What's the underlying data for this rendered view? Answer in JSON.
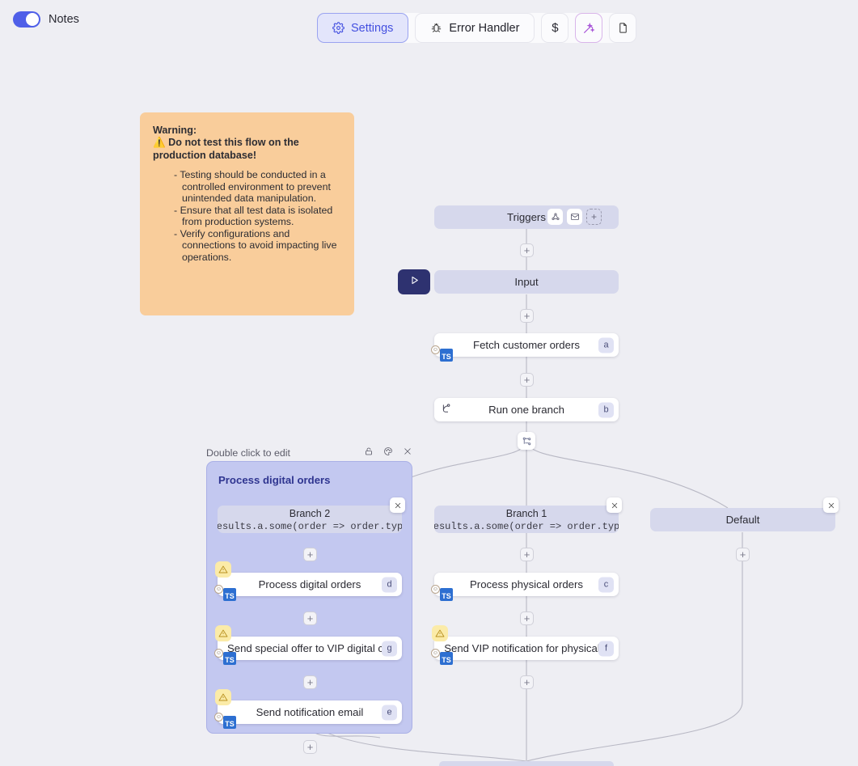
{
  "topbar": {
    "notes_toggle_label": "Notes",
    "notes_toggle_on": true,
    "buttons": [
      {
        "label": "Settings",
        "icon": "gear-icon",
        "active": true
      },
      {
        "label": "Error Handler",
        "icon": "bug-icon",
        "active": false
      },
      {
        "label": "$",
        "icon": "dollar-icon",
        "active": false
      },
      {
        "label": "",
        "icon": "magic-wand-icon",
        "active": false
      },
      {
        "label": "",
        "icon": "document-icon",
        "active": false
      }
    ]
  },
  "note": {
    "title_line1": "Warning:",
    "title_line2": "⚠️ Do not test this flow on the production database!",
    "bullets": [
      "- Testing should be conducted in a controlled environment to prevent unintended data manipulation.",
      "- Ensure that all test data is isolated from production systems.",
      "- Verify configurations and connections to avoid impacting live operations."
    ],
    "color": "#f9cd9b"
  },
  "flow": {
    "triggers": {
      "label": "Triggers",
      "icons": [
        "webhook-icon",
        "envelope-icon",
        "add-trigger-icon"
      ]
    },
    "input": {
      "label": "Input"
    },
    "run_button": {
      "icon": "play-icon"
    },
    "nodes": [
      {
        "label": "Fetch customer orders",
        "letter": "a",
        "icon": "typescript-icon",
        "warning": false
      },
      {
        "label": "Run one branch",
        "letter": "b",
        "icon": "branch-icon",
        "warning": false
      }
    ],
    "split_icon": "flow-split-icon",
    "group": {
      "header_label": "Double click to edit",
      "header_icons": [
        "lock-icon",
        "palette-icon",
        "close-icon"
      ],
      "title": "Process digital orders",
      "color": "#c3c8f0"
    },
    "branches": [
      {
        "name": "Branch 2",
        "condition": "results.a.some(order => order.type",
        "nodes": [
          {
            "label": "Process digital orders",
            "letter": "d",
            "icon": "typescript-icon",
            "warning": true
          },
          {
            "label": "Send special offer to VIP digital c...",
            "letter": "g",
            "icon": "typescript-icon",
            "warning": true
          },
          {
            "label": "Send notification email",
            "letter": "e",
            "icon": "typescript-icon",
            "warning": true
          }
        ]
      },
      {
        "name": "Branch 1",
        "condition": "results.a.some(order => order.type",
        "nodes": [
          {
            "label": "Process physical orders",
            "letter": "c",
            "icon": "typescript-icon",
            "warning": false
          },
          {
            "label": "Send VIP notification for physical...",
            "letter": "f",
            "icon": "typescript-icon",
            "warning": true
          }
        ]
      },
      {
        "name": "Default",
        "condition": "",
        "nodes": []
      }
    ],
    "add_label": "+"
  },
  "theme": {
    "canvas_bg": "#eeeef3",
    "pill_bg": "#d6d8ec",
    "accent": "#4450e0",
    "group_bg": "#c3c8f0",
    "play_bg": "#2e3270",
    "warn_badge": "#fbeba8"
  }
}
